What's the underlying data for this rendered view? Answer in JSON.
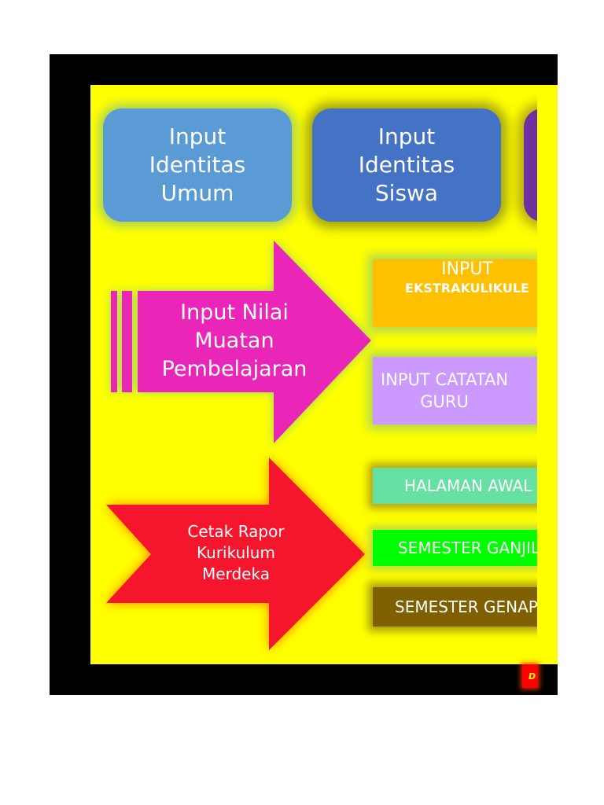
{
  "menu": {
    "identitas_umum": "Input\nIdentitas\nUmum",
    "identitas_siswa": "Input\nIdentitas\nSiswa",
    "nilai_muatan": "Input Nilai\nMuatan\nPembelajaran",
    "ekstrakurikuler_line1": "INPUT",
    "ekstrakurikuler_line2": "EKSTRAKULIKULE",
    "catatan_guru": "INPUT CATATAN\nGURU",
    "cetak_rapor": "Cetak Rapor\nKurikulum\nMerdeka",
    "halaman_awal": "HALAMAN AWAL",
    "semester_ganjil": "SEMESTER GANJIL",
    "semester_genap": "SEMESTER GENAP"
  },
  "footer": {
    "badge": "D"
  },
  "colors": {
    "page_background": "#ffff00",
    "frame": "#000000",
    "identitas_umum": "#5b9bd5",
    "identitas_siswa": "#4472c4",
    "third_box": "#7030a0",
    "nilai_arrow": "#e926b8",
    "cetak_arrow": "#f5162d",
    "ekstrakurikuler": "#ffc000",
    "catatan_guru": "#cc99ff",
    "halaman_awal": "#66e0a3",
    "semester_ganjil": "#00ff00",
    "semester_genap": "#7f6000"
  }
}
